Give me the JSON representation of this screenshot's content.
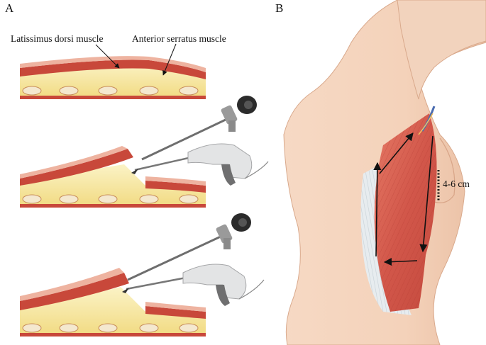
{
  "panels": {
    "a": {
      "letter": "A"
    },
    "b": {
      "letter": "B"
    }
  },
  "labels": {
    "latissimus": "Latissimus dorsi muscle",
    "serratus": "Anterior serratus muscle",
    "distance": "4-6 cm"
  },
  "colors": {
    "muscle_red": "#c8483a",
    "muscle_light": "#eaa08c",
    "skin": "#f5dcc8",
    "fat_yellow": "#f7e7a0",
    "rib": "#f1e2c6",
    "body_skin": "#f3cfb6",
    "instrument_gray": "#d9dadb",
    "scope_black": "#2b2b2b"
  },
  "icons": [
    "endoscope-icon",
    "grasper-icon",
    "arrow-icon"
  ]
}
